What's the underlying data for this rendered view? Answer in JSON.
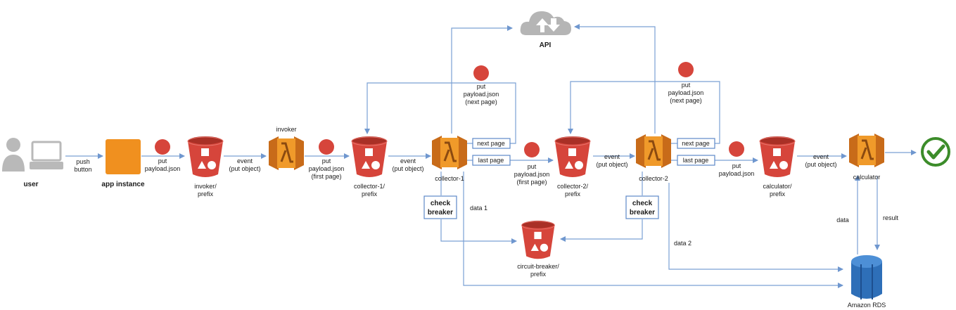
{
  "api": {
    "label": "API",
    "icon": "cloud-api-icon"
  },
  "nodes": {
    "user": "user",
    "app_instance": "app instance",
    "invoker_title": "invoker",
    "invoker_bucket": [
      "invoker/",
      "prefix"
    ],
    "collector1_bucket": [
      "collector-1/",
      "prefix"
    ],
    "collector1": "collector-1",
    "collector2_bucket": [
      "collector-2/",
      "prefix"
    ],
    "collector2": "collector-2",
    "calculator_bucket": [
      "calculator/",
      "prefix"
    ],
    "calculator": "calculator",
    "circuit_breaker": [
      "circuit-breaker/",
      "prefix"
    ],
    "rds": "Amazon RDS"
  },
  "labels": {
    "push_button": [
      "push",
      "button"
    ],
    "put_payload": [
      "put",
      "payload.json"
    ],
    "event_put": [
      "event",
      "(put object)"
    ],
    "put_first_page": [
      "put",
      "payload.json",
      "(first page)"
    ],
    "put_next_page": [
      "put",
      "payload.json",
      "(next page)"
    ],
    "next_page": "next page",
    "last_page": "last page",
    "check_breaker": [
      "check",
      "breaker"
    ],
    "data1": "data 1",
    "data2": "data 2",
    "data": "data",
    "result": "result"
  },
  "colors": {
    "bucket": "#d6453b",
    "lambda_dark": "#c86b19",
    "lambda_light": "#f09a2a",
    "app_instance": "#f0901f",
    "arrow": "#7aa0d4",
    "success": "#3c8c2a",
    "rds": "#2e6fb8"
  }
}
